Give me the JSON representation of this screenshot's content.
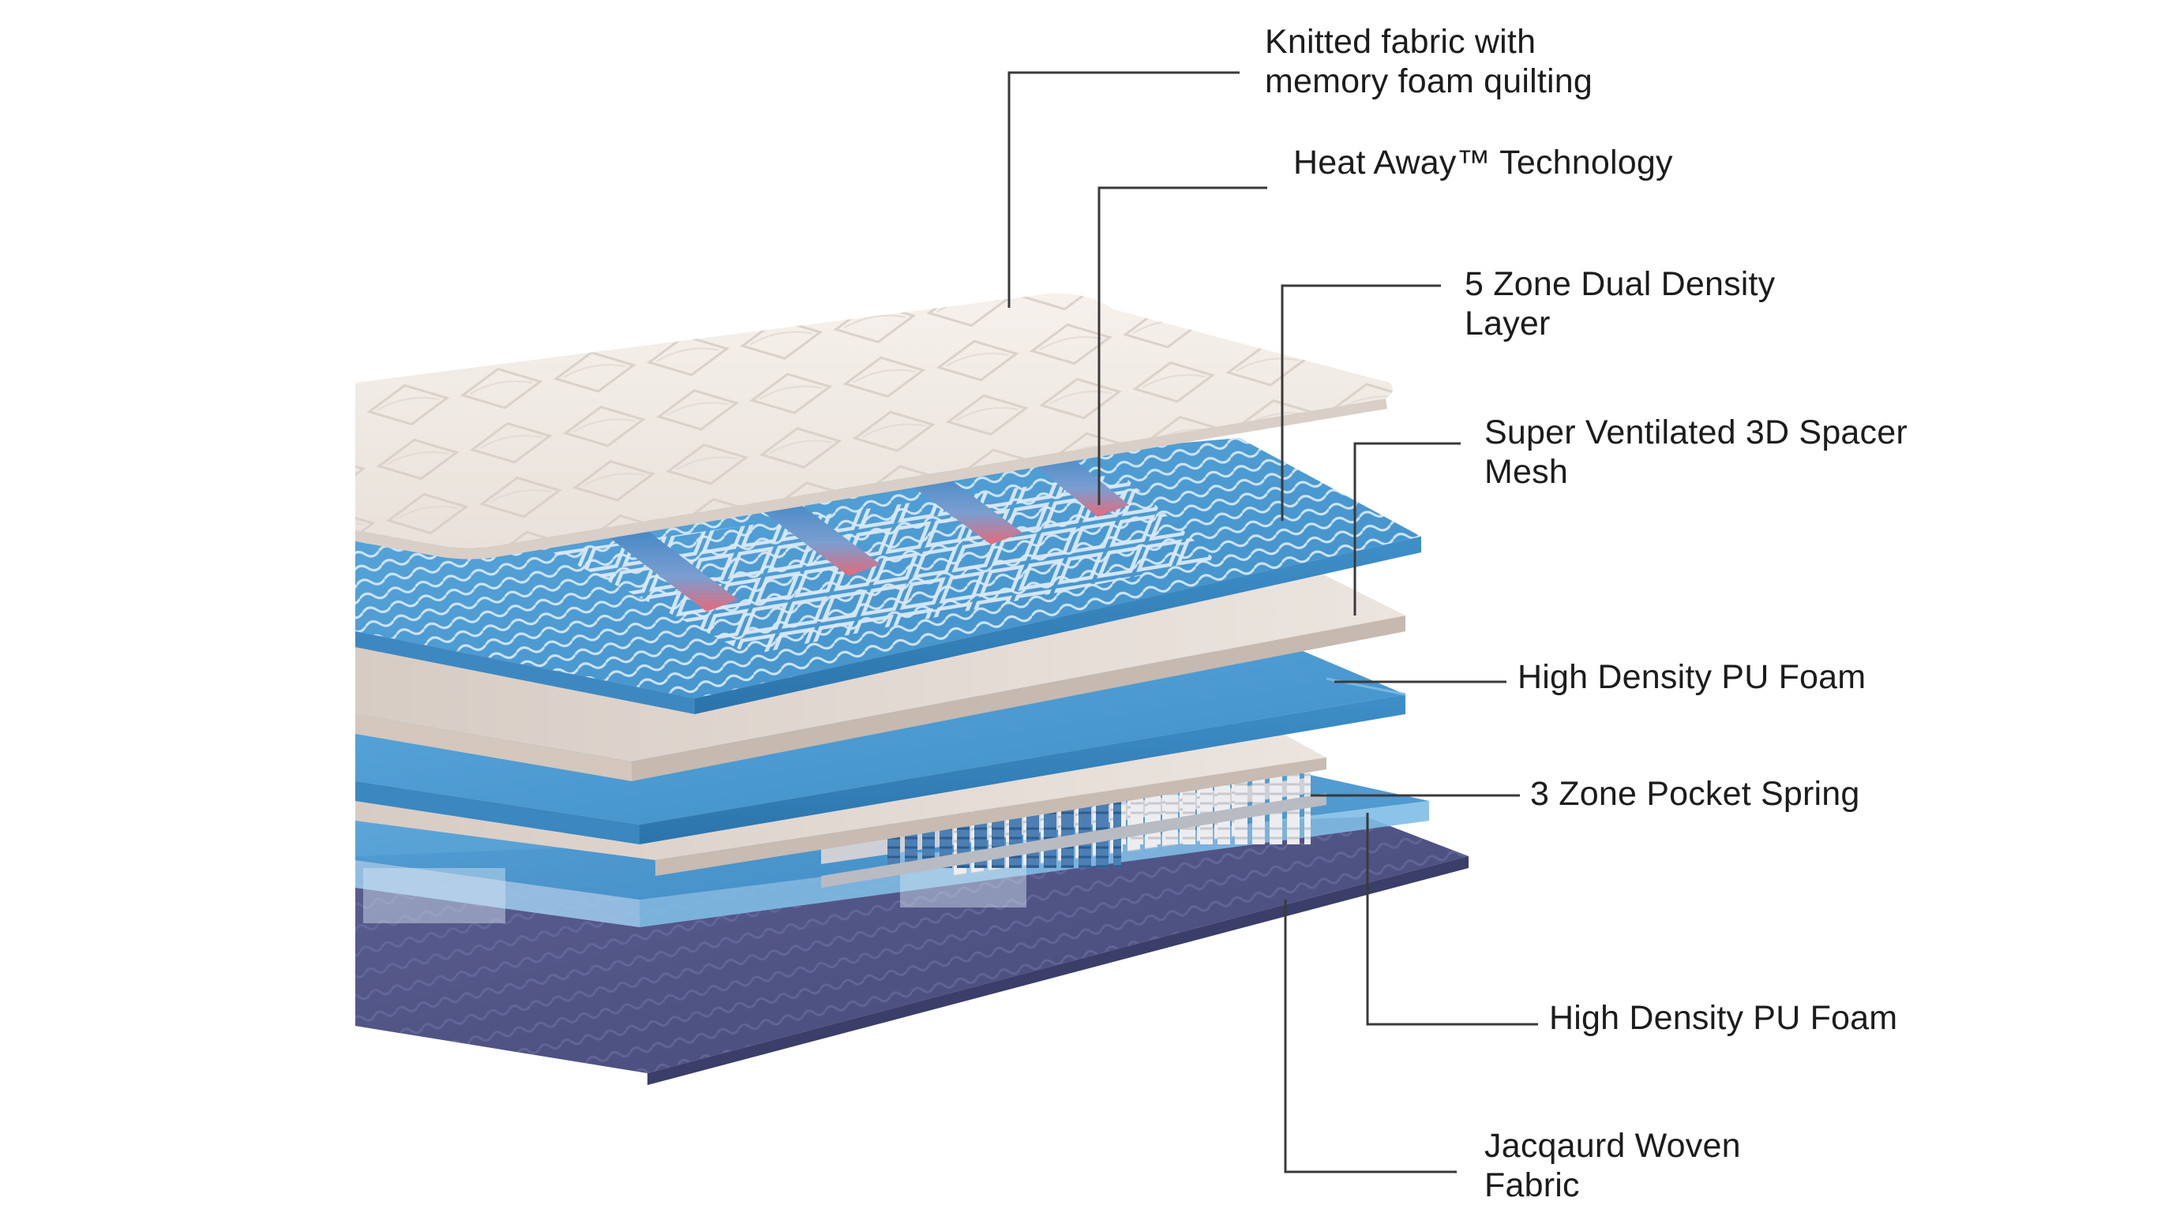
{
  "colors": {
    "text": "#1c1c1c",
    "leader_line": "#3a3a3a",
    "fabric_top": "#f1ebe6",
    "blue_foam": "#4f9fd4",
    "blue_dark": "#2f7fb6",
    "beige_mesh": "#e3d8d0",
    "jacquard": "#4e5384",
    "spring_white": "#e8e8ea",
    "spring_blue": "#3a6fa8",
    "heat_strip_red": "#e56a7a"
  },
  "layers": [
    {
      "line1": "Knitted fabric with",
      "line2": "memory foam quilting"
    },
    {
      "line1": "Heat Away™ Technology",
      "line2": ""
    },
    {
      "line1": "5 Zone Dual Density",
      "line2": "Layer"
    },
    {
      "line1": "Super Ventilated 3D Spacer",
      "line2": "Mesh"
    },
    {
      "line1": "High Density PU Foam",
      "line2": ""
    },
    {
      "line1": "3 Zone Pocket Spring",
      "line2": ""
    },
    {
      "line1": "High Density PU Foam",
      "line2": ""
    },
    {
      "line1": "Jacqaurd Woven",
      "line2": "Fabric"
    }
  ]
}
